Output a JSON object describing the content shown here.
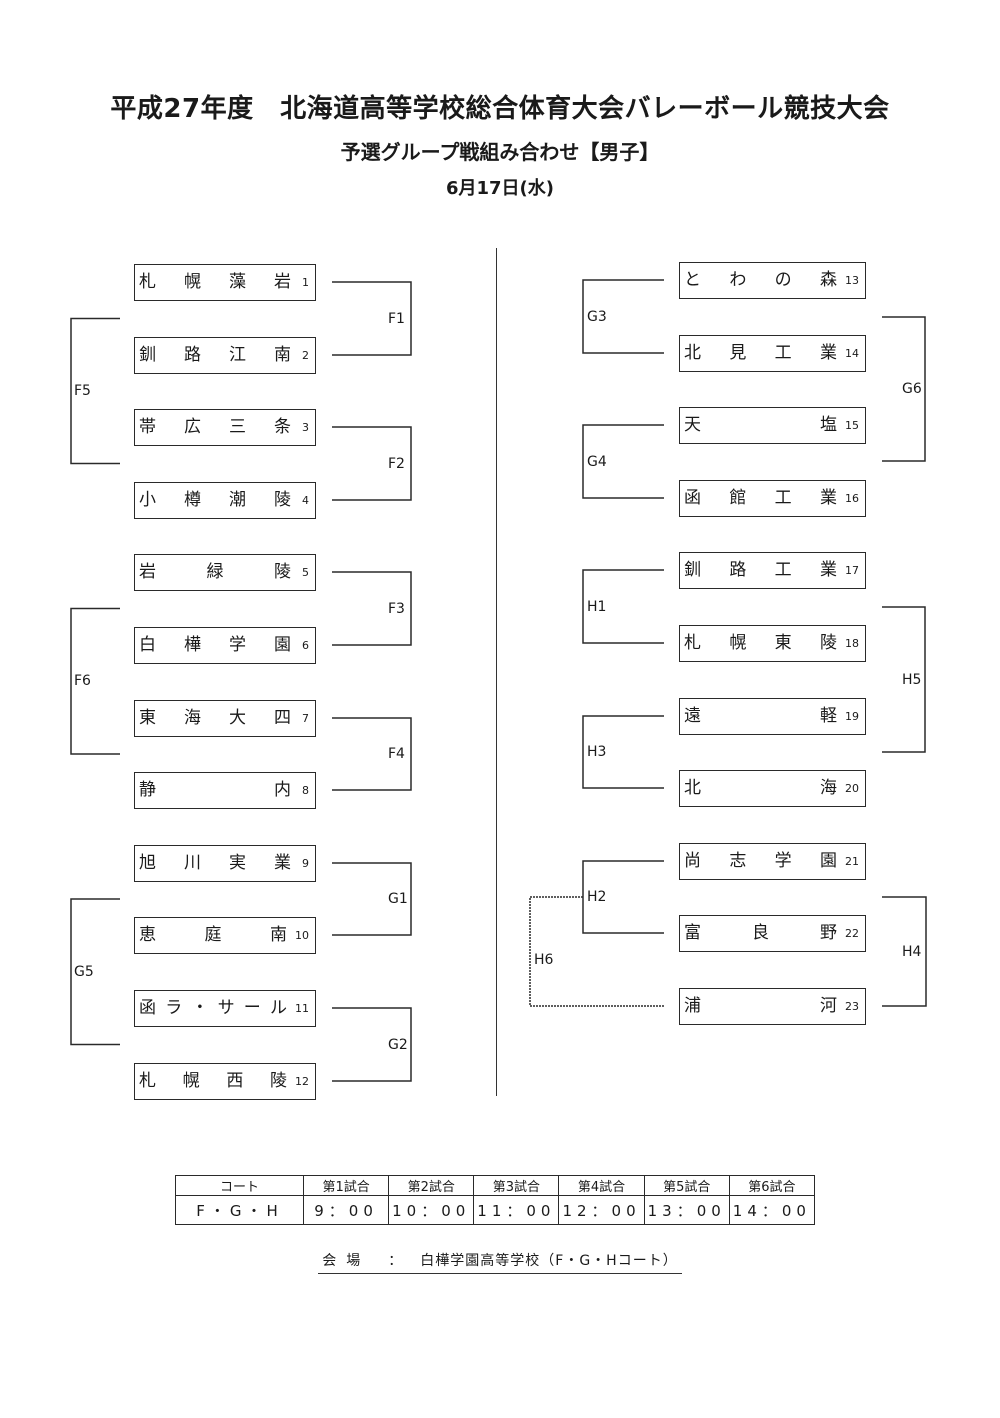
{
  "header": {
    "title": "平成27年度　北海道高等学校総合体育大会バレーボール競技大会",
    "subtitle": "予選グループ戦組み合わせ【男子】",
    "date": "6月17日(水)"
  },
  "left_teams": [
    {
      "name": "札幌藻岩",
      "num": "1"
    },
    {
      "name": "釧路江南",
      "num": "2"
    },
    {
      "name": "帯広三条",
      "num": "3"
    },
    {
      "name": "小樽潮陵",
      "num": "4"
    },
    {
      "name": "岩緑陵",
      "num": "5"
    },
    {
      "name": "白樺学園",
      "num": "6"
    },
    {
      "name": "東海大四",
      "num": "7"
    },
    {
      "name": "静内",
      "num": "8"
    },
    {
      "name": "旭川実業",
      "num": "9"
    },
    {
      "name": "恵庭南",
      "num": "10"
    },
    {
      "name": "函ラ・サール",
      "num": "11"
    },
    {
      "name": "札幌西陵",
      "num": "12"
    }
  ],
  "right_teams": [
    {
      "name": "とわの森",
      "num": "13"
    },
    {
      "name": "北見工業",
      "num": "14"
    },
    {
      "name": "天塩",
      "num": "15"
    },
    {
      "name": "函館工業",
      "num": "16"
    },
    {
      "name": "釧路工業",
      "num": "17"
    },
    {
      "name": "札幌東陵",
      "num": "18"
    },
    {
      "name": "遠軽",
      "num": "19"
    },
    {
      "name": "北海",
      "num": "20"
    },
    {
      "name": "尚志学園",
      "num": "21"
    },
    {
      "name": "富良野",
      "num": "22"
    },
    {
      "name": "浦河",
      "num": "23"
    }
  ],
  "matches": {
    "F1": "F1",
    "F2": "F2",
    "F3": "F3",
    "F4": "F4",
    "F5": "F5",
    "F6": "F6",
    "G1": "G1",
    "G2": "G2",
    "G3": "G3",
    "G4": "G4",
    "G5": "G5",
    "G6": "G6",
    "H1": "H1",
    "H2": "H2",
    "H3": "H3",
    "H4": "H4",
    "H5": "H5",
    "H6": "H6"
  },
  "schedule": {
    "headers": [
      "コート",
      "第1試合",
      "第2試合",
      "第3試合",
      "第4試合",
      "第5試合",
      "第6試合"
    ],
    "row": [
      "F・G・H",
      "9：00",
      "10：00",
      "11：00",
      "12：00",
      "13：00",
      "14：00"
    ]
  },
  "venue": {
    "label": "会場",
    "separator": "：",
    "name": "白樺学園高等学校（F・G・Hコート）"
  }
}
